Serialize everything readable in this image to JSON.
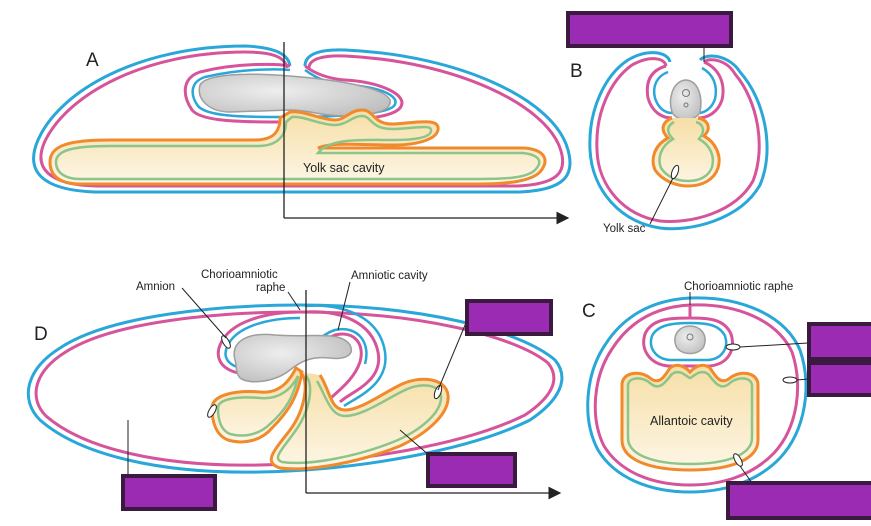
{
  "panels": {
    "a": "A",
    "b": "B",
    "c": "C",
    "d": "D"
  },
  "labels": {
    "yolk_sac_cavity": "Yolk sac cavity",
    "yolk_sac": "Yolk sac",
    "amnion": "Amnion",
    "chorioamniotic_raphe_d_line1": "Chorioamniotic",
    "chorioamniotic_raphe_d_line2": "raphe",
    "amniotic_cavity": "Amniotic cavity",
    "chorioamniotic_raphe_c": "Chorioamniotic raphe",
    "allantoic_cavity": "Allantoic cavity"
  },
  "colors": {
    "ectoderm_blue": "#29a7d8",
    "mesoderm_pink": "#d6549a",
    "endoderm_green": "#8cc48a",
    "orange_layer": "#f08a2c",
    "yolk_fill": "#faecc8",
    "embryo_gray": "#c9c9c9",
    "label_box": "#9b2bb3",
    "label_box_border": "#3a1a3f"
  },
  "blank_label_boxes": 7
}
